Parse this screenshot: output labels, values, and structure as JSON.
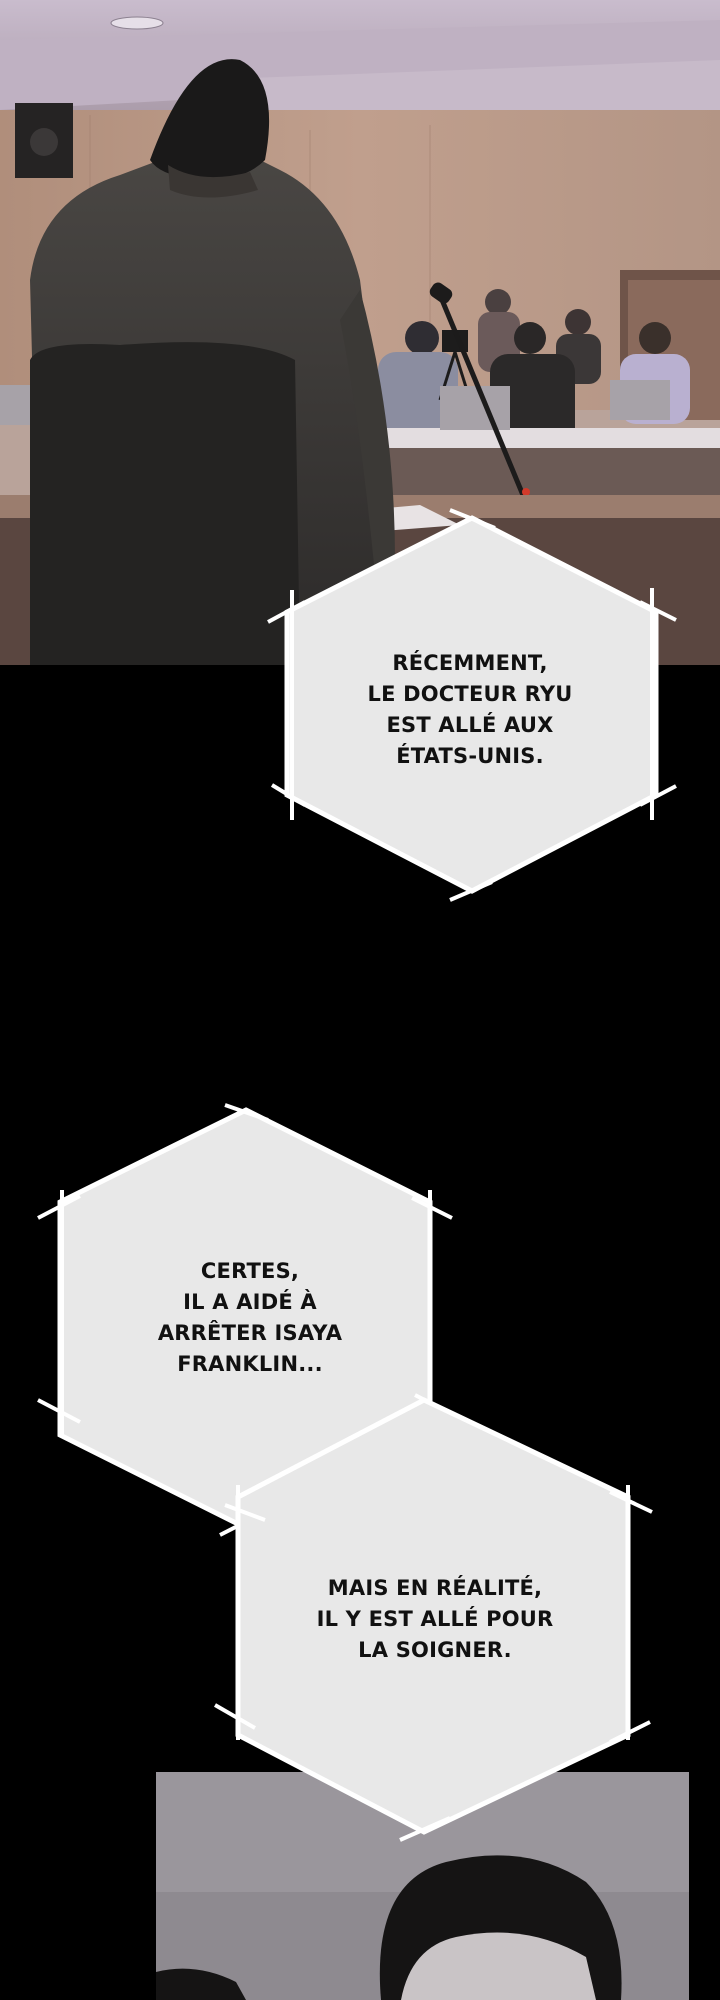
{
  "colors": {
    "page_background": "#000000",
    "bubble_fill": "#e8e8e8",
    "bubble_stroke": "#ffffff",
    "text": "#111111"
  },
  "panels": [
    {
      "name": "courtroom-panel",
      "content": "man-in-dark-suit-seen-from-behind-facing-press-seats"
    },
    {
      "name": "face-closeup-panel",
      "content": "top-of-head-dark-hair"
    }
  ],
  "bubbles": [
    {
      "lines": [
        "RÉCEMMENT,",
        "LE DOCTEUR RYU",
        "EST ALLÉ AUX",
        "ÉTATS-UNIS."
      ]
    },
    {
      "lines": [
        "CERTES,",
        "IL A AIDÉ À",
        "ARRÊTER ISAYA",
        "FRANKLIN..."
      ]
    },
    {
      "lines": [
        "MAIS EN RÉALITÉ,",
        "IL Y EST ALLÉ POUR",
        "LA SOIGNER."
      ]
    }
  ]
}
